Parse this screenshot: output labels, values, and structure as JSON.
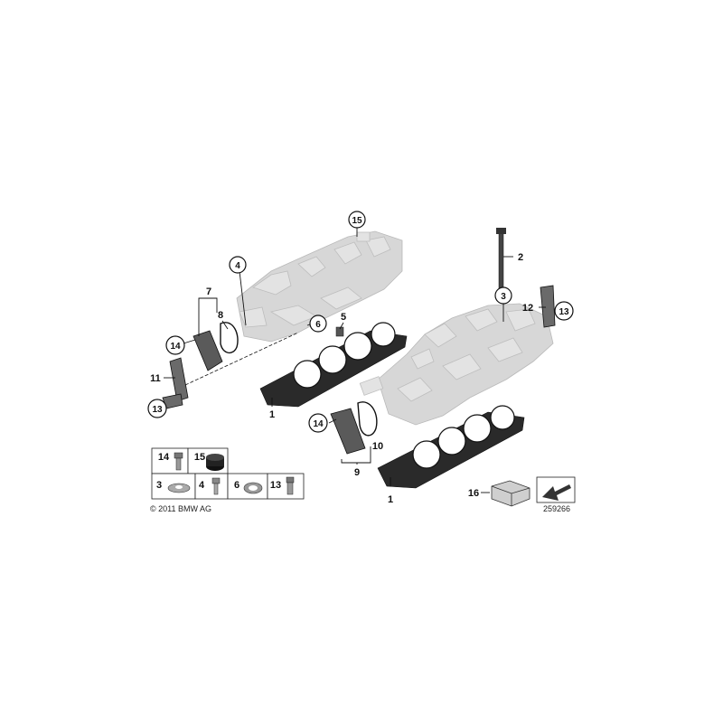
{
  "diagram": {
    "copyright": "© 2011 BMW AG",
    "drawing_number": "259266",
    "callouts": {
      "c1_top": "1",
      "c1_bottom": "1",
      "c2": "2",
      "c3": "3",
      "c4": "4",
      "c5": "5",
      "c6": "6",
      "c7": "7",
      "c8": "8",
      "c9": "9",
      "c10": "10",
      "c11": "11",
      "c12": "12",
      "c13_left": "13",
      "c13_right": "13",
      "c14_left": "14",
      "c14_mid": "14",
      "c15": "15",
      "c16": "16"
    },
    "legend": {
      "cell_14": "14",
      "cell_15": "15",
      "cell_3": "3",
      "cell_4": "4",
      "cell_6": "6",
      "cell_13": "13"
    }
  }
}
